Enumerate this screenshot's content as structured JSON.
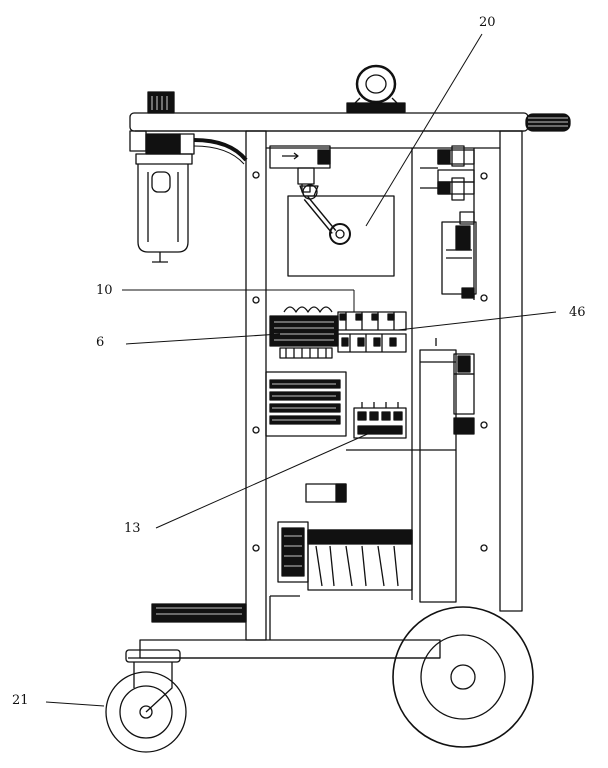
{
  "figure": {
    "callouts": [
      {
        "id": "label-20",
        "text": "20"
      },
      {
        "id": "label-10",
        "text": "10"
      },
      {
        "id": "label-46",
        "text": "46"
      },
      {
        "id": "label-6",
        "text": "6"
      },
      {
        "id": "label-13",
        "text": "13"
      },
      {
        "id": "label-21",
        "text": "21"
      }
    ]
  },
  "colors": {
    "line": "#111111",
    "paper": "#ffffff"
  }
}
